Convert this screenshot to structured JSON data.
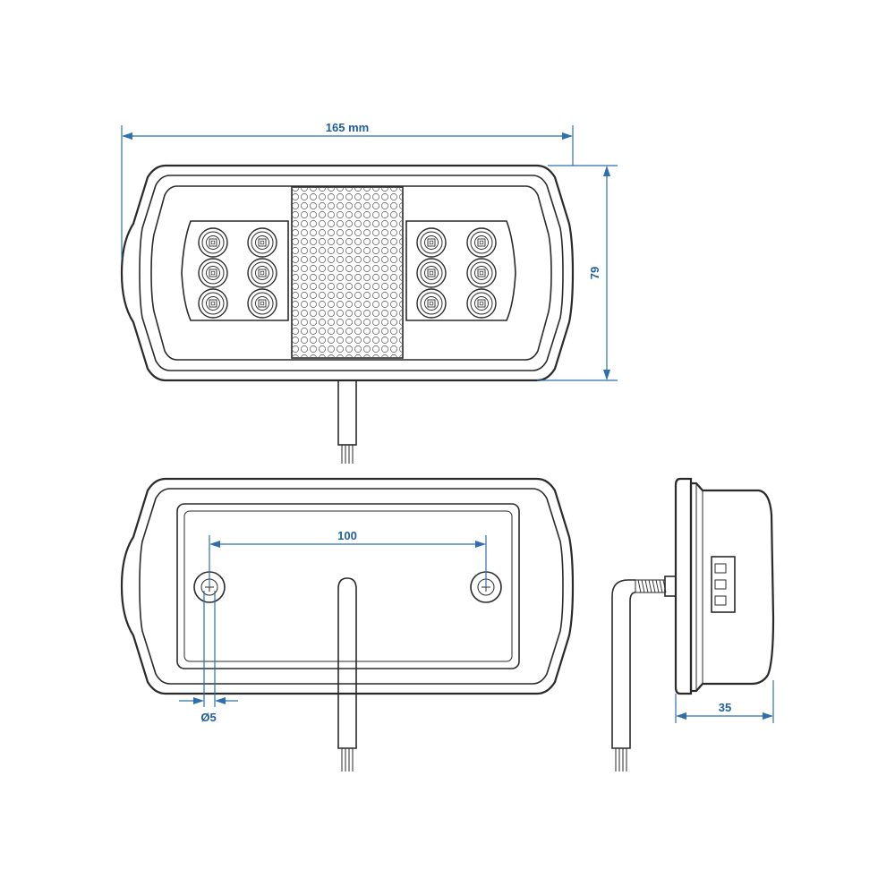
{
  "dimensions": {
    "width_label": "165 mm",
    "height_label": "79",
    "hole_spacing_label": "100",
    "hole_diameter_label": "Ø5",
    "depth_label": "35"
  },
  "colors": {
    "dimension": "#2f6fb0",
    "outline": "#2a2a2a",
    "background": "#ffffff"
  }
}
